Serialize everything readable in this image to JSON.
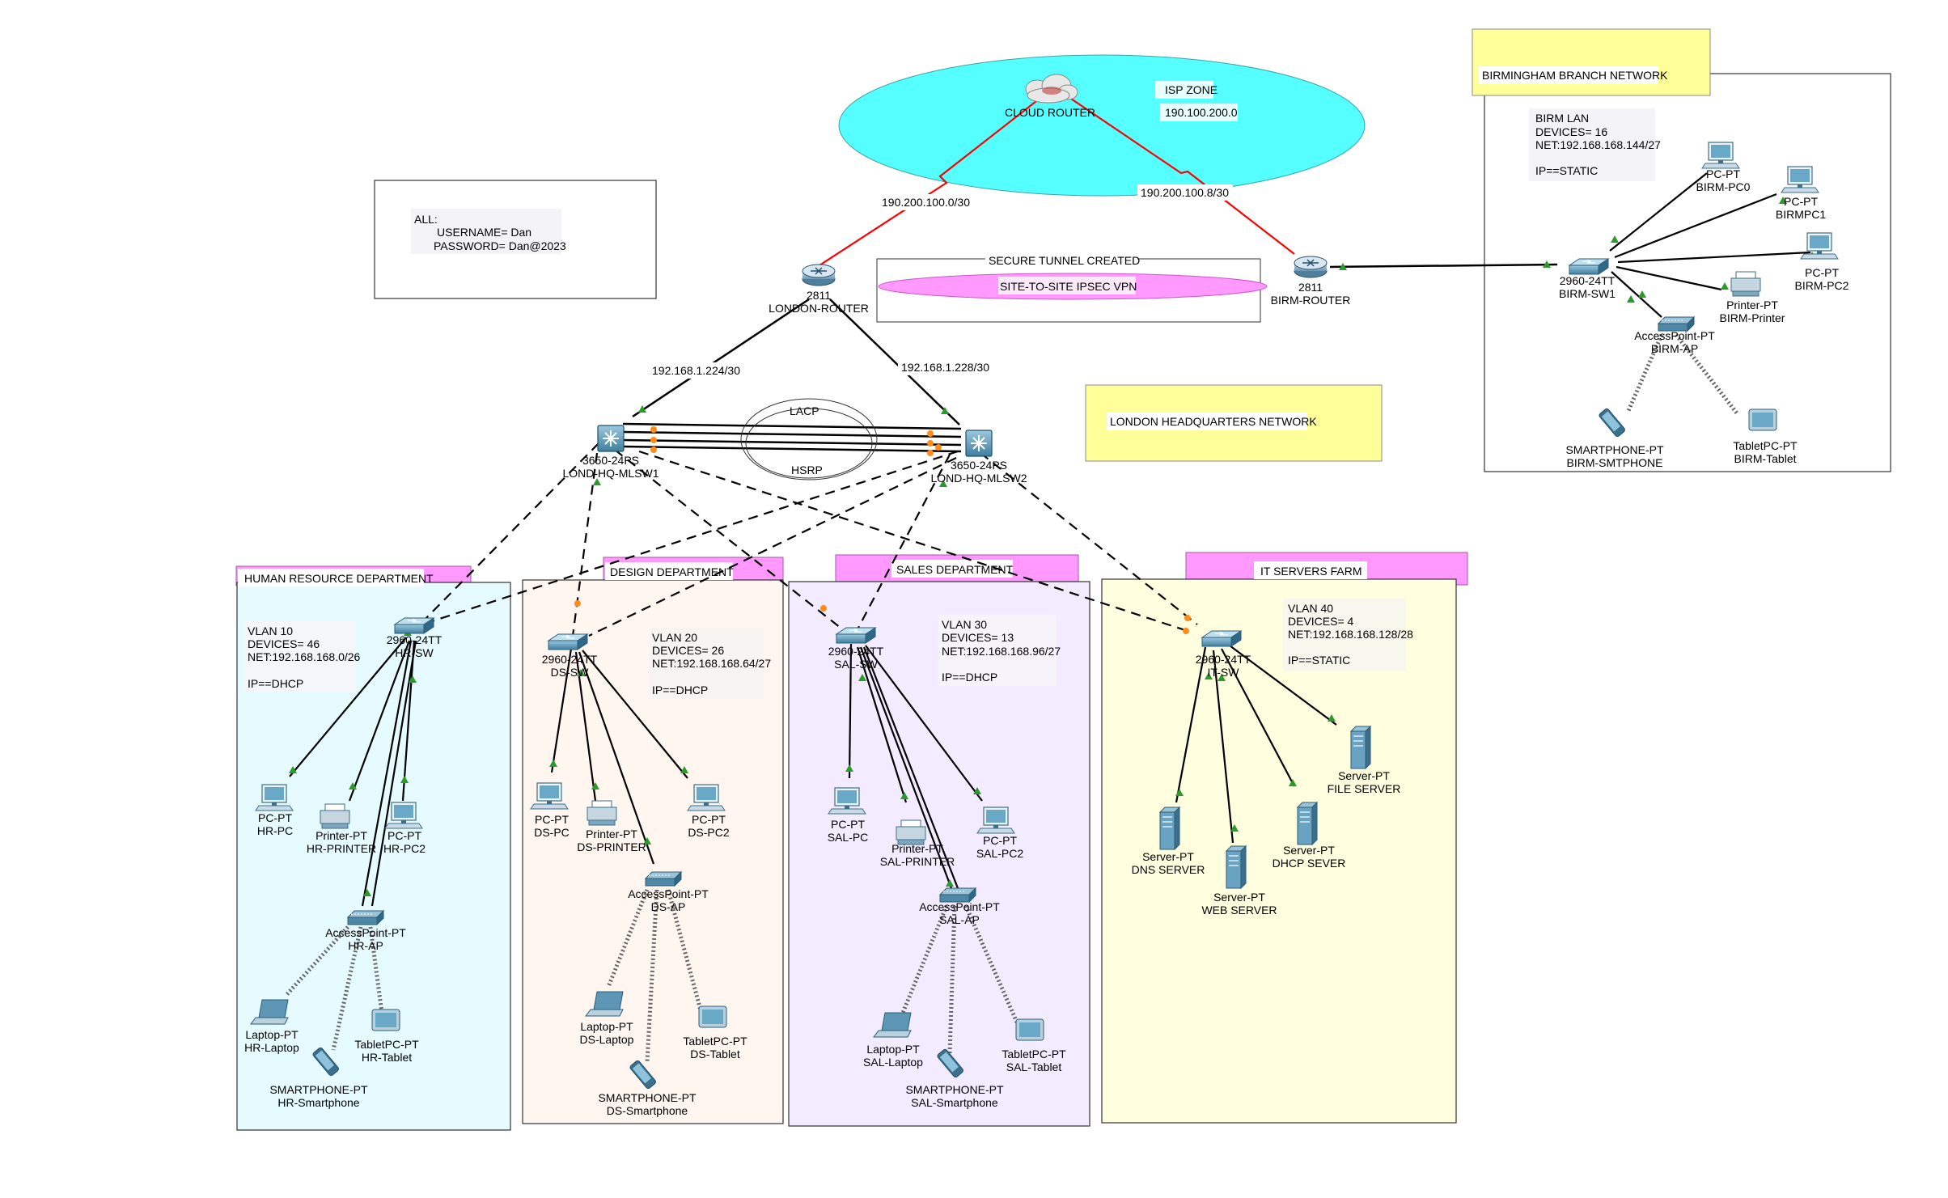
{
  "isp": {
    "title": "ISP ZONE",
    "ip": "190.100.200.0",
    "router_name": "CLOUD ROUTER",
    "link_london": "190.200.100.0/30",
    "link_birm": "190.200.100.8/30"
  },
  "credentials": {
    "line1": "ALL:",
    "line2": "USERNAME=  Dan",
    "line3": "PASSWORD= Dan@2023"
  },
  "vpn": {
    "title": "SECURE TUNNEL CREATED",
    "label": "SITE-TO-SITE IPSEC VPN"
  },
  "london_router": {
    "model": "2811",
    "name": "LONDON-ROUTER"
  },
  "birm_router": {
    "model": "2811",
    "name": "BIRM-ROUTER"
  },
  "london_links": {
    "left": "192.168.1.224/30",
    "right": "192.168.1.228/30"
  },
  "london_hq_title": "LONDON HEADQUARTERS NETWORK",
  "core": {
    "mlsw1_model": "3650-24PS",
    "mlsw1_name": "LOND-HQ-MLSW1",
    "mlsw2_model": "3650-24PS",
    "mlsw2_name": "LOND-HQ-MLSW2",
    "lacp": "LACP",
    "hsrp": "HSRP"
  },
  "birmingham": {
    "title": "BIRMINGHAM BRANCH NETWORK",
    "info": [
      "BIRM LAN",
      "DEVICES= 16",
      "NET:192.168.168.144/27",
      "",
      "IP==STATIC"
    ],
    "switch_model": "2960-24TT",
    "switch_name": "BIRM-SW1",
    "devices": {
      "pc0": [
        "PC-PT",
        "BIRM-PC0"
      ],
      "pc1": [
        "PC-PT",
        "BIRMPC1"
      ],
      "pc2": [
        "PC-PT",
        "BIRM-PC2"
      ],
      "printer": [
        "Printer-PT",
        "BIRM-Printer"
      ],
      "ap": [
        "AccessPoint-PT",
        "BIRM-AP"
      ],
      "phone": [
        "SMARTPHONE-PT",
        "BIRM-SMTPHONE"
      ],
      "tablet": [
        "TabletPC-PT",
        "BIRM-Tablet"
      ]
    }
  },
  "hr": {
    "title": "HUMAN RESOURCE DEPARTMENT",
    "info": [
      "VLAN 10",
      "DEVICES= 46",
      "NET:192.168.168.0/26",
      "",
      "IP==DHCP"
    ],
    "switch_model": "2960-24TT",
    "switch_name": "HR-SW",
    "devices": {
      "pc": [
        "PC-PT",
        "HR-PC"
      ],
      "printer": [
        "Printer-PT",
        "HR-PRINTER"
      ],
      "pc2": [
        "PC-PT",
        "HR-PC2"
      ],
      "ap": [
        "AccessPoint-PT",
        "HR-AP"
      ],
      "laptop": [
        "Laptop-PT",
        "HR-Laptop"
      ],
      "tablet": [
        "TabletPC-PT",
        "HR-Tablet"
      ],
      "phone": [
        "SMARTPHONE-PT",
        "HR-Smartphone"
      ]
    }
  },
  "design": {
    "title": "DESIGN DEPARTMENT",
    "info": [
      "VLAN 20",
      "DEVICES= 26",
      "NET:192.168.168.64/27",
      "",
      "IP==DHCP"
    ],
    "switch_model": "2960-24TT",
    "switch_name": "DS-SW",
    "devices": {
      "pc": [
        "PC-PT",
        "DS-PC"
      ],
      "printer": [
        "Printer-PT",
        "DS-PRINTER"
      ],
      "pc2": [
        "PC-PT",
        "DS-PC2"
      ],
      "ap": [
        "AccessPoint-PT",
        "DS-AP"
      ],
      "laptop": [
        "Laptop-PT",
        "DS-Laptop"
      ],
      "tablet": [
        "TabletPC-PT",
        "DS-Tablet"
      ],
      "phone": [
        "SMARTPHONE-PT",
        "DS-Smartphone"
      ]
    }
  },
  "sales": {
    "title": "SALES DEPARTMENT",
    "info": [
      "VLAN 30",
      "DEVICES= 13",
      "NET:192.168.168.96/27",
      "",
      "IP==DHCP"
    ],
    "switch_model": "2960-24TT",
    "switch_name": "SAL-SW",
    "devices": {
      "pc": [
        "PC-PT",
        "SAL-PC"
      ],
      "printer": [
        "Printer-PT",
        "SAL-PRINTER"
      ],
      "pc2": [
        "PC-PT",
        "SAL-PC2"
      ],
      "ap": [
        "AccessPoint-PT",
        "SAL-AP"
      ],
      "laptop": [
        "Laptop-PT",
        "SAL-Laptop"
      ],
      "tablet": [
        "TabletPC-PT",
        "SAL-Tablet"
      ],
      "phone": [
        "SMARTPHONE-PT",
        "SAL-Smartphone"
      ]
    }
  },
  "it": {
    "title": "IT SERVERS FARM",
    "info": [
      "VLAN 40",
      "DEVICES= 4",
      "NET:192.168.168.128/28",
      "",
      "IP==STATIC"
    ],
    "switch_model": "2960-24TT",
    "switch_name": "IT-SW",
    "devices": {
      "dns": [
        "Server-PT",
        "DNS SERVER"
      ],
      "web": [
        "Server-PT",
        "WEB SERVER"
      ],
      "dhcp": [
        "Server-PT",
        "DHCP SEVER"
      ],
      "file": [
        "Server-PT",
        "FILE SERVER"
      ]
    }
  },
  "colors": {
    "cloud": "#55ffff",
    "vpn_fill": "#ff99ff",
    "note_yellow": "#ffff99",
    "dept_header": "#ff99ff",
    "hr_bg": "#e6fbff",
    "design_bg": "#fff6f0",
    "sales_bg": "#f3ebff",
    "it_bg": "#ffffe0",
    "wan_link": "#ff0000",
    "link_arrow": "#2a9a2a",
    "port_down": "#ff8c1a",
    "device_blue": "#4a8fb0"
  }
}
